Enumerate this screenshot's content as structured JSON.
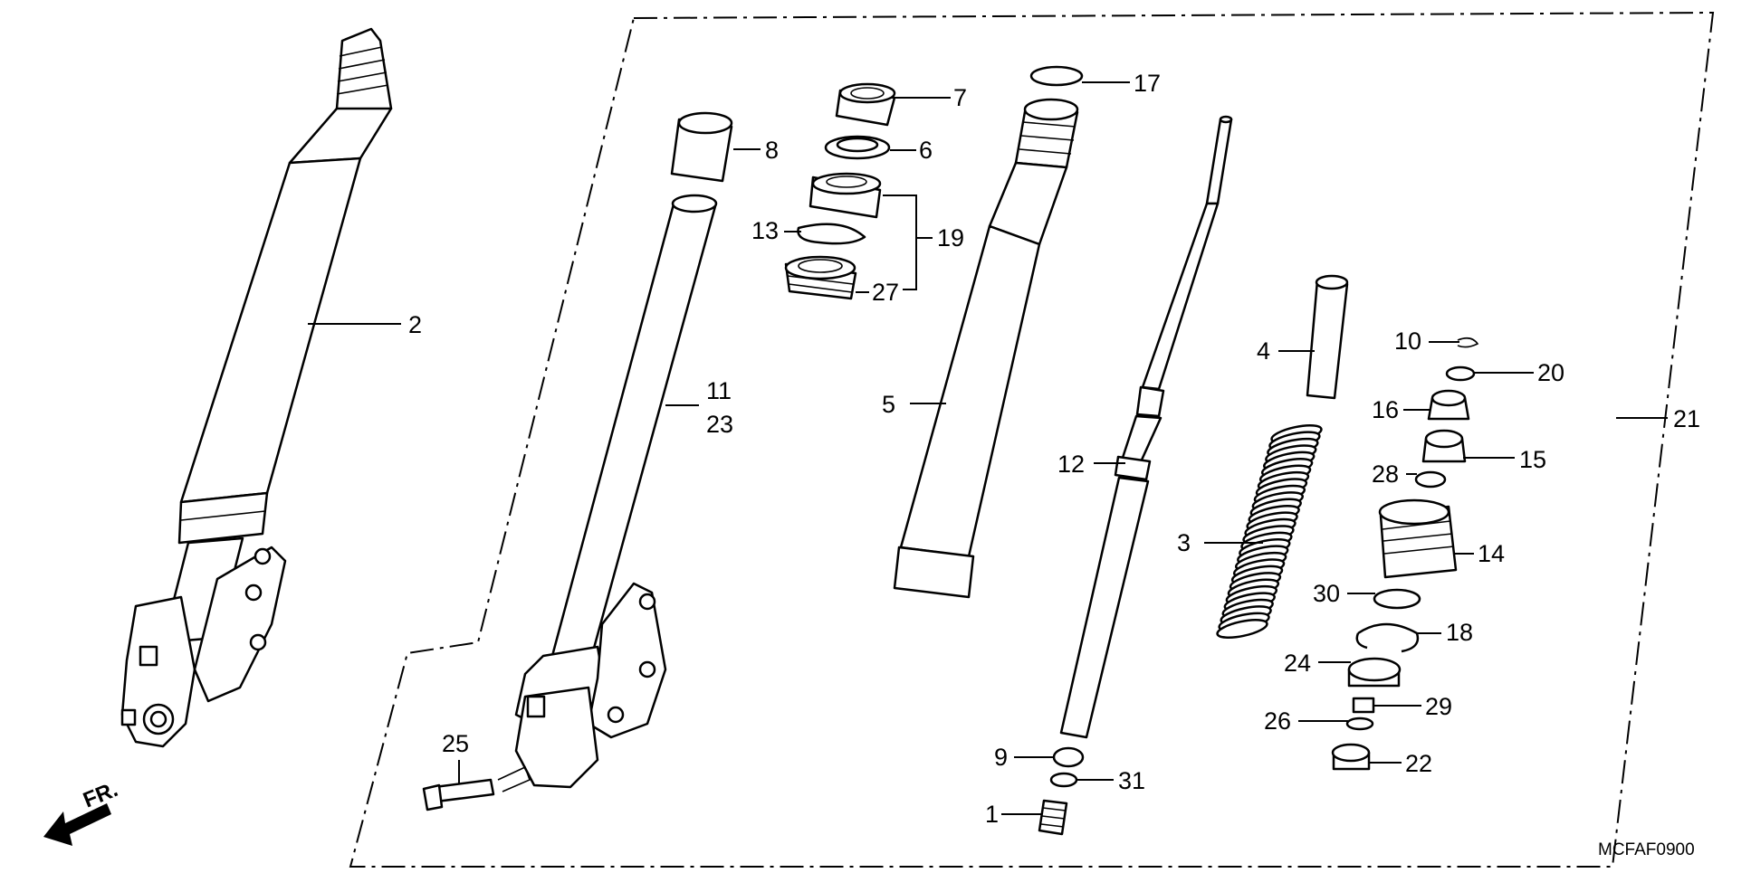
{
  "diagram": {
    "code": "MCFAF0900",
    "direction_label": "FR.",
    "callouts": [
      "1",
      "2",
      "3",
      "4",
      "5",
      "6",
      "7",
      "8",
      "9",
      "10",
      "11",
      "12",
      "13",
      "14",
      "15",
      "16",
      "17",
      "18",
      "19",
      "20",
      "21",
      "22",
      "23",
      "24",
      "25",
      "26",
      "27",
      "28",
      "29",
      "30",
      "31"
    ]
  }
}
